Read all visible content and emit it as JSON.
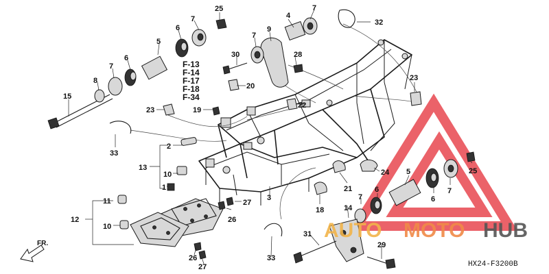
{
  "diagram": {
    "fig_code": "HX24-F3200B",
    "direction_label": "FR.",
    "figure_refs": [
      "F-13",
      "F-14",
      "F-17",
      "F-18",
      "F-34"
    ],
    "callouts": [
      {
        "id": "c1",
        "text": "25"
      },
      {
        "id": "c2",
        "text": "7"
      },
      {
        "id": "c3",
        "text": "4"
      },
      {
        "id": "c4",
        "text": "7"
      },
      {
        "id": "c5",
        "text": "32"
      },
      {
        "id": "c6",
        "text": "6"
      },
      {
        "id": "c7",
        "text": "5"
      },
      {
        "id": "c8",
        "text": "7"
      },
      {
        "id": "c9",
        "text": "9"
      },
      {
        "id": "c10",
        "text": "6"
      },
      {
        "id": "c11",
        "text": "30"
      },
      {
        "id": "c12",
        "text": "28"
      },
      {
        "id": "c13",
        "text": "7"
      },
      {
        "id": "c14",
        "text": "8"
      },
      {
        "id": "c15",
        "text": "15"
      },
      {
        "id": "c16",
        "text": "20"
      },
      {
        "id": "c17",
        "text": "23"
      },
      {
        "id": "c18",
        "text": "19"
      },
      {
        "id": "c19",
        "text": "22"
      },
      {
        "id": "c20",
        "text": "23"
      },
      {
        "id": "c21",
        "text": "33"
      },
      {
        "id": "c22",
        "text": "2"
      },
      {
        "id": "c23",
        "text": "13"
      },
      {
        "id": "c24",
        "text": "10"
      },
      {
        "id": "c25",
        "text": "1"
      },
      {
        "id": "c26",
        "text": "24"
      },
      {
        "id": "c27",
        "text": "25"
      },
      {
        "id": "c28",
        "text": "5"
      },
      {
        "id": "c29",
        "text": "6"
      },
      {
        "id": "c30",
        "text": "7"
      },
      {
        "id": "c31",
        "text": "6"
      },
      {
        "id": "c32",
        "text": "21"
      },
      {
        "id": "c33",
        "text": "3"
      },
      {
        "id": "c34",
        "text": "27"
      },
      {
        "id": "c35",
        "text": "18"
      },
      {
        "id": "c36",
        "text": "7"
      },
      {
        "id": "c37",
        "text": "11"
      },
      {
        "id": "c38",
        "text": "12"
      },
      {
        "id": "c39",
        "text": "10"
      },
      {
        "id": "c40",
        "text": "26"
      },
      {
        "id": "c41",
        "text": "14"
      },
      {
        "id": "c42",
        "text": "31"
      },
      {
        "id": "c43",
        "text": "29"
      },
      {
        "id": "c44",
        "text": "26"
      },
      {
        "id": "c45",
        "text": "27"
      },
      {
        "id": "c46",
        "text": "33"
      }
    ]
  },
  "watermark": {
    "part1": "AUTO",
    "part2": "MOTO",
    "part3": "HUB",
    "color_red": "#e8474f",
    "color_yellow": "#f2b44a",
    "color_orange": "#f08a48"
  }
}
